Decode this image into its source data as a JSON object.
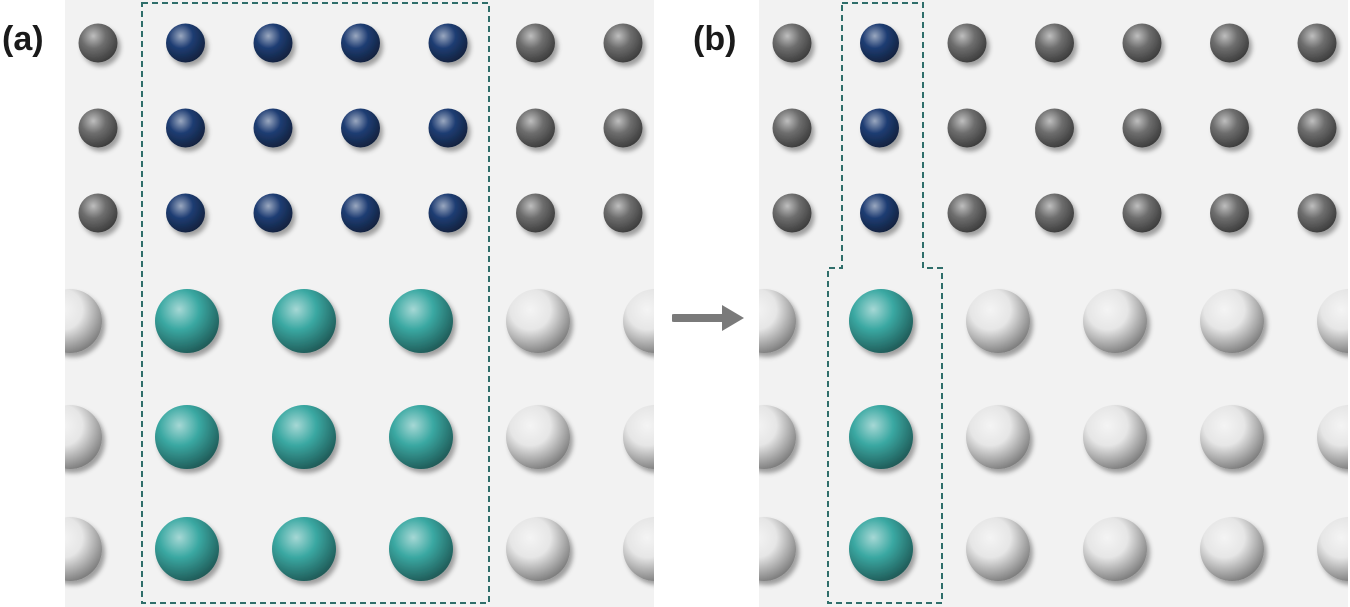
{
  "panels": [
    {
      "label": "(a)",
      "top_lattice": {
        "columns": 7,
        "rows": 3,
        "highlighted_columns": [
          1,
          2,
          3,
          4
        ]
      },
      "bottom_lattice": {
        "columns": 6,
        "rows": 3,
        "highlighted_columns": [
          1,
          2,
          3
        ]
      }
    },
    {
      "label": "(b)",
      "top_lattice": {
        "columns": 7,
        "rows": 3,
        "highlighted_columns": [
          1
        ]
      },
      "bottom_lattice": {
        "columns": 6,
        "rows": 3,
        "highlighted_columns": [
          1
        ]
      }
    }
  ],
  "colors": {
    "background": "#f2f2f2",
    "top_default": "#6e6e6e",
    "top_highlight": "#1f3d73",
    "bottom_default": "#e6e6e6",
    "bottom_highlight": "#3aa8a2",
    "selection_outline": "#2f6e6a",
    "arrow": "#7a7a7a"
  },
  "icons": {
    "transition": "right-arrow-icon"
  }
}
